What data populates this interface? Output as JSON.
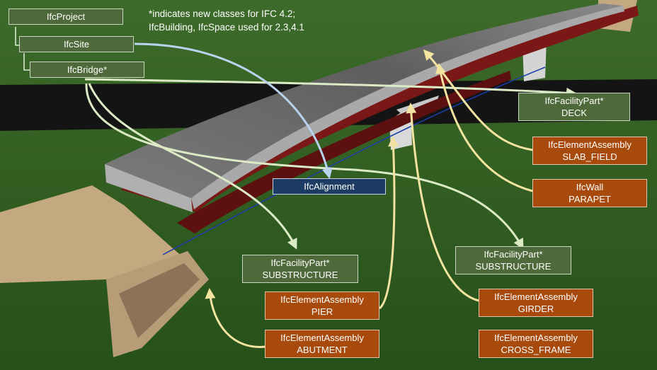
{
  "note": {
    "line1": "*indicates new classes for IFC 4.2;",
    "line2": "IfcBuilding, IfcSpace used for 2.3,4.1"
  },
  "hierarchy": {
    "project": "IfcProject",
    "site": "IfcSite",
    "bridge": "IfcBridge*"
  },
  "alignment": "IfcAlignment",
  "deck": {
    "class": "IfcFacilityPart*",
    "type": "DECK"
  },
  "slab_field": {
    "class": "IfcElementAssembly",
    "type": "SLAB_FIELD"
  },
  "parapet": {
    "class": "IfcWall",
    "type": "PARAPET"
  },
  "substructure_left": {
    "class": "IfcFacilityPart*",
    "type": "SUBSTRUCTURE"
  },
  "substructure_right": {
    "class": "IfcFacilityPart*",
    "type": "SUBSTRUCTURE"
  },
  "pier": {
    "class": "IfcElementAssembly",
    "type": "PIER"
  },
  "girder": {
    "class": "IfcElementAssembly",
    "type": "GIRDER"
  },
  "abutment": {
    "class": "IfcElementAssembly",
    "type": "ABUTMENT"
  },
  "cross_frame": {
    "class": "IfcElementAssembly",
    "type": "CROSS_FRAME"
  },
  "colors": {
    "facility_part": "#4f6a3a",
    "element_assembly": "#a84a0c",
    "alignment": "#1d3c63",
    "hierarchy_arrow": "#dcebc6",
    "element_arrow": "#f3e3a0",
    "alignment_arrow": "#b9d3ef"
  }
}
